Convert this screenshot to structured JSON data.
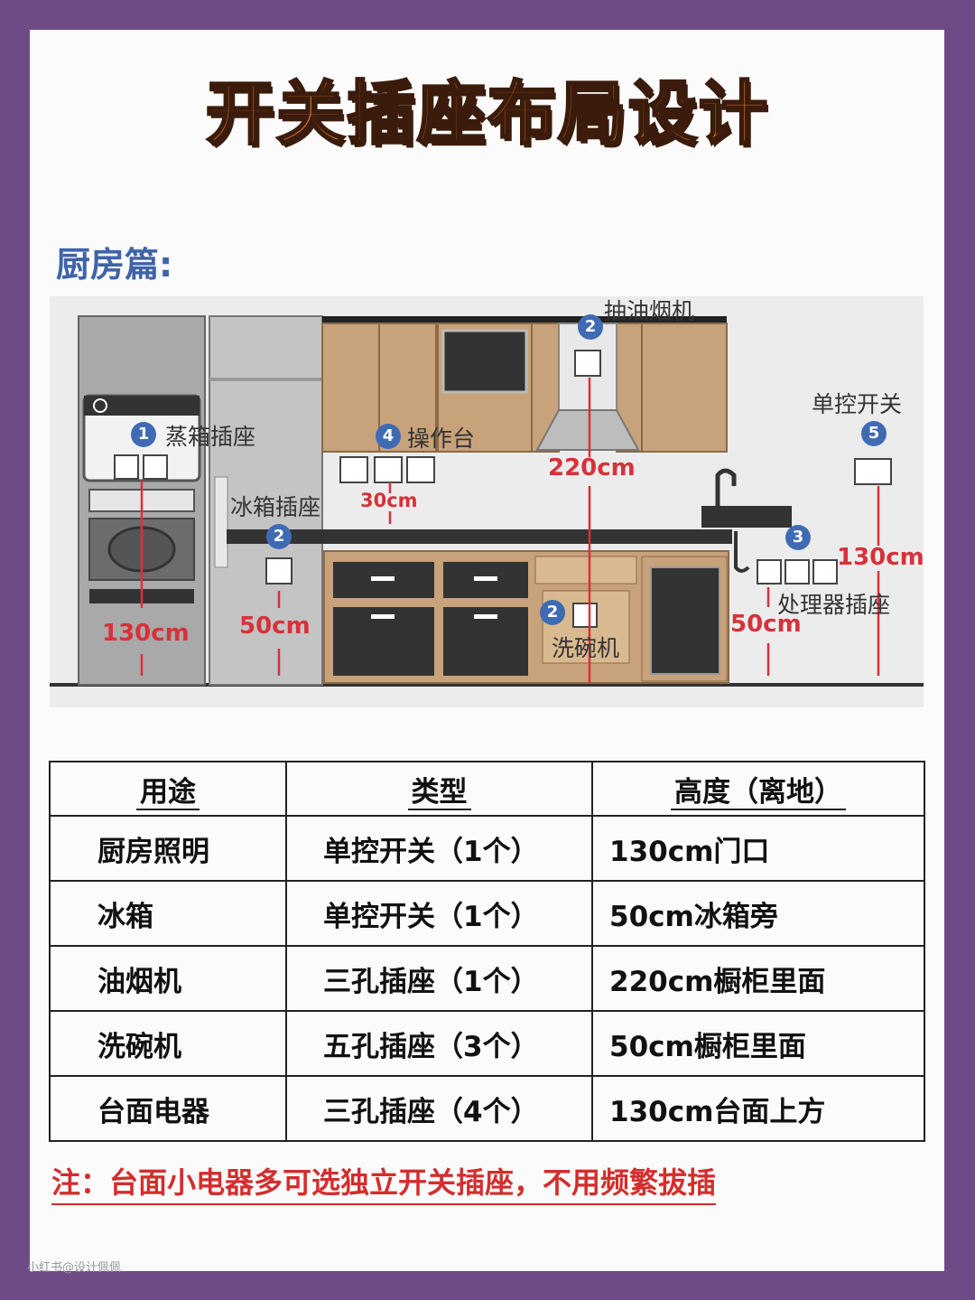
{
  "title": "开关插座布局设计",
  "section": "厨房篇:",
  "diagram": {
    "labels": {
      "steamer": "蒸箱插座",
      "fridge": "冰箱插座",
      "counter": "操作台",
      "hood": "抽油烟机",
      "switch": "单控开关",
      "disposer": "处理器插座",
      "dishwasher": "洗碗机"
    },
    "heights": {
      "steamer": "130cm",
      "fridge": "50cm",
      "counter": "30cm",
      "hood": "220cm",
      "switch": "130cm",
      "disposer": "50cm"
    },
    "numbers": {
      "steamer": "1",
      "fridge": "2",
      "counter": "4",
      "hood": "2",
      "switch": "5",
      "disposer": "3",
      "dishwasher": "2"
    }
  },
  "table": {
    "headers": [
      "用途",
      "类型",
      "高度（离地）"
    ],
    "rows": [
      [
        "厨房照明",
        "单控开关（1个）",
        "130cm门口"
      ],
      [
        "冰箱",
        "单控开关（1个）",
        "50cm冰箱旁"
      ],
      [
        "油烟机",
        "三孔插座（1个）",
        "220cm橱柜里面"
      ],
      [
        "洗碗机",
        "五孔插座（3个）",
        "50cm橱柜里面"
      ],
      [
        "台面电器",
        "三孔插座（4个）",
        "130cm台面上方"
      ]
    ]
  },
  "note": "注：台面小电器多可选独立开关插座，不用频繁拔插",
  "watermark": "小红书@设计佩佩",
  "colors": {
    "background": "#6e4a86",
    "title": "#e0742a",
    "section": "#3f63a8",
    "red": "#d6323a",
    "badge": "#3f6bb3",
    "cabinet": "#c8a27a"
  }
}
